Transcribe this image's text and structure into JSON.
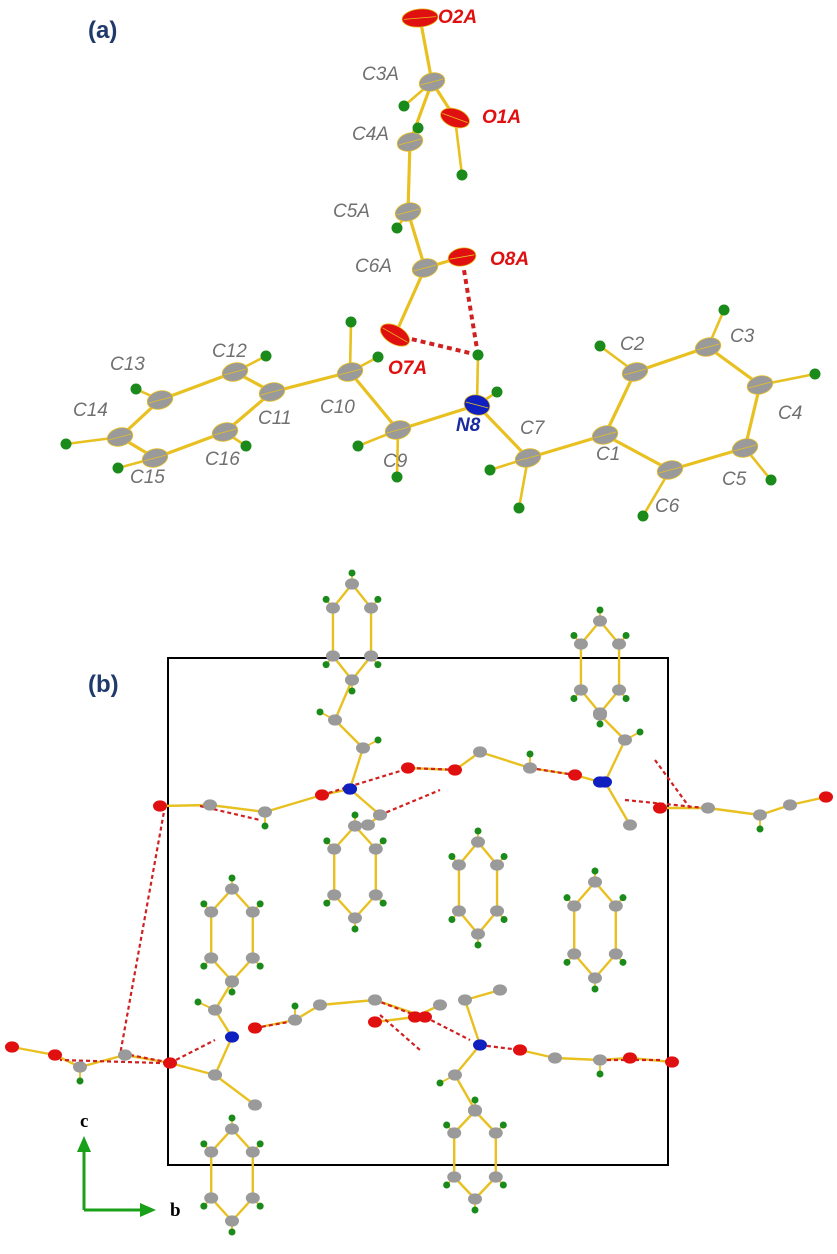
{
  "panels": {
    "a": {
      "label": "(a)"
    },
    "b": {
      "label": "(b)"
    }
  },
  "axes": {
    "c_label": "c",
    "b_label": "b"
  },
  "colors": {
    "carbon": "#9a9a9a",
    "oxygen": "#e01010",
    "nitrogen": "#1020c0",
    "hydrogen": "#1a8a1a",
    "bond": "#e8c020",
    "hbond": "#d02020",
    "label_carbon": "#707070",
    "label_oxygen": "#e01010",
    "label_nitrogen": "#1a2aa0",
    "axis_arrow": "#18a018"
  },
  "molecule_a": {
    "atoms": [
      {
        "id": "O2A",
        "el": "O",
        "label": "O2A"
      },
      {
        "id": "C3A",
        "el": "C",
        "label": "C3A"
      },
      {
        "id": "O1A",
        "el": "O",
        "label": "O1A"
      },
      {
        "id": "C4A",
        "el": "C",
        "label": "C4A"
      },
      {
        "id": "C5A",
        "el": "C",
        "label": "C5A"
      },
      {
        "id": "C6A",
        "el": "C",
        "label": "C6A"
      },
      {
        "id": "O8A",
        "el": "O",
        "label": "O8A"
      },
      {
        "id": "O7A",
        "el": "O",
        "label": "O7A"
      },
      {
        "id": "N8",
        "el": "N",
        "label": "N8"
      },
      {
        "id": "C10",
        "el": "C",
        "label": "C10"
      },
      {
        "id": "C9",
        "el": "C",
        "label": "C9"
      },
      {
        "id": "C7",
        "el": "C",
        "label": "C7"
      },
      {
        "id": "C11",
        "el": "C",
        "label": "C11"
      },
      {
        "id": "C12",
        "el": "C",
        "label": "C12"
      },
      {
        "id": "C13",
        "el": "C",
        "label": "C13"
      },
      {
        "id": "C14",
        "el": "C",
        "label": "C14"
      },
      {
        "id": "C15",
        "el": "C",
        "label": "C15"
      },
      {
        "id": "C16",
        "el": "C",
        "label": "C16"
      },
      {
        "id": "C1",
        "el": "C",
        "label": "C1"
      },
      {
        "id": "C2",
        "el": "C",
        "label": "C2"
      },
      {
        "id": "C3",
        "el": "C",
        "label": "C3"
      },
      {
        "id": "C4",
        "el": "C",
        "label": "C4"
      },
      {
        "id": "C5",
        "el": "C",
        "label": "C5"
      },
      {
        "id": "C6",
        "el": "C",
        "label": "C6"
      }
    ]
  }
}
